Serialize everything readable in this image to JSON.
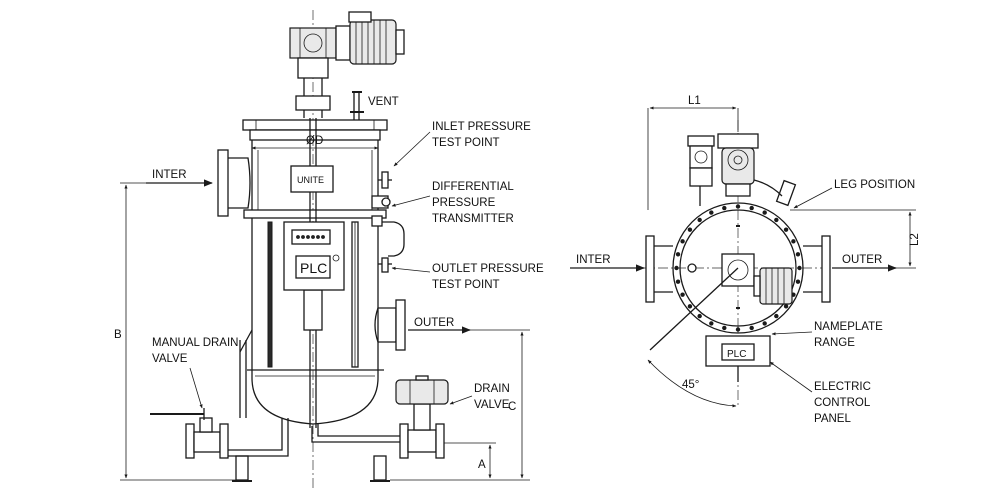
{
  "side_view": {
    "labels": {
      "vent": "VENT",
      "diameter": "ØD",
      "unite": "UNITE",
      "inter": "INTER",
      "outer": "OUTER",
      "inlet_pressure_line1": "INLET PRESSURE",
      "inlet_pressure_line2": "TEST POINT",
      "diff_line1": "DIFFERENTIAL",
      "diff_line2": "PRESSURE",
      "diff_line3": "TRANSMITTER",
      "outlet_pressure_line1": "OUTLET PRESSURE",
      "outlet_pressure_line2": "TEST POINT",
      "manual_drain_line1": "MANUAL DRAIN",
      "manual_drain_line2": "VALVE",
      "drain_line1": "DRAIN",
      "drain_line2": "VALVE",
      "plc": "PLC",
      "dim_a": "A",
      "dim_b": "B",
      "dim_c": "C"
    }
  },
  "top_view": {
    "labels": {
      "l1": "L1",
      "l2": "L2",
      "leg_position": "LEG POSITION",
      "inter": "INTER",
      "outer": "OUTER",
      "nameplate_line1": "NAMEPLATE",
      "nameplate_line2": "RANGE",
      "electric_line1": "ELECTRIC",
      "electric_line2": "CONTROL",
      "electric_line3": "PANEL",
      "plc": "PLC",
      "angle": "45°"
    }
  }
}
